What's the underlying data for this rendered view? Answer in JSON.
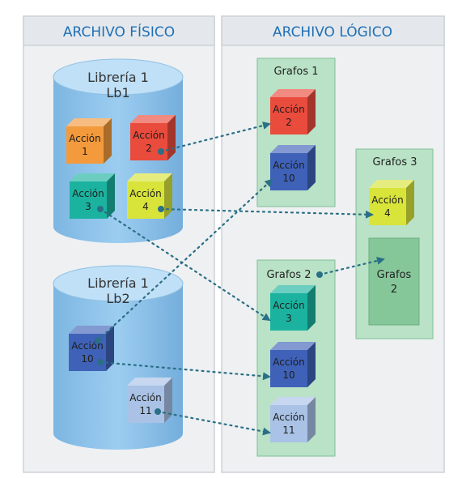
{
  "panels": {
    "fisico": {
      "title": "ARCHIVO FÍSICO"
    },
    "logico": {
      "title": "ARCHIVO LÓGICO"
    }
  },
  "libraries": [
    {
      "id": "lb1",
      "line1": "Librería 1",
      "line2": "Lb1"
    },
    {
      "id": "lb2",
      "line1": "Librería 1",
      "line2": "Lb2"
    }
  ],
  "groups": [
    {
      "id": "g1",
      "label": "Grafos 1"
    },
    {
      "id": "g2",
      "label": "Grafos 2"
    },
    {
      "id": "g3",
      "label": "Grafos 3"
    }
  ],
  "nested_group": {
    "line1": "Grafos",
    "line2": "2"
  },
  "action_word": "Acción",
  "cubes": [
    {
      "id": "p1",
      "number": "1",
      "color": "#f39a3c"
    },
    {
      "id": "p2",
      "number": "2",
      "color": "#e94b3c"
    },
    {
      "id": "p3",
      "number": "3",
      "color": "#1bb3a0"
    },
    {
      "id": "p4",
      "number": "4",
      "color": "#d8e43a"
    },
    {
      "id": "p10",
      "number": "10",
      "color": "#3f62b8"
    },
    {
      "id": "p11",
      "number": "11",
      "color": "#a9c2e6"
    },
    {
      "id": "l2",
      "number": "2",
      "color": "#e94b3c"
    },
    {
      "id": "l10a",
      "number": "10",
      "color": "#3f62b8"
    },
    {
      "id": "l3",
      "number": "3",
      "color": "#1bb3a0"
    },
    {
      "id": "l10b",
      "number": "10",
      "color": "#3f62b8"
    },
    {
      "id": "l11",
      "number": "11",
      "color": "#a9c2e6"
    },
    {
      "id": "l4",
      "number": "4",
      "color": "#d8e43a"
    }
  ],
  "colors": {
    "panel_bg": "#eef0f2",
    "panel_border": "#cdd2d8",
    "title_text": "#1f6fb5",
    "cylinder": "#8ec3ea",
    "cylinder_top": "#bfe0f7",
    "group_bg": "#b9e2c6",
    "group_border": "#7fbf95",
    "nested_bg": "#86c79a",
    "link": "#2a6f86"
  }
}
